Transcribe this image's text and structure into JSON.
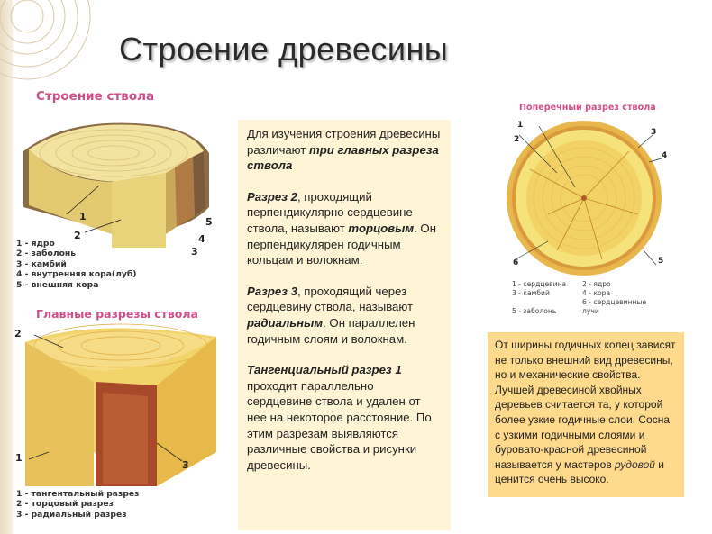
{
  "title": "Строение древесины",
  "panel1": {
    "title": "Строение ствола",
    "labels": [
      "1",
      "2",
      "3",
      "4",
      "5"
    ],
    "legend": [
      "1 - ядро",
      "2 - заболонь",
      "3 - камбий",
      "4 - внутренняя кора(луб)",
      "5 - внешняя кора"
    ]
  },
  "panel2": {
    "title": "Главные разрезы ствола",
    "labels": [
      "2",
      "1",
      "3"
    ],
    "legend": [
      "1 - тангентальный разрез",
      "2 - торцовый разрез",
      "3 - радиальный разрез"
    ]
  },
  "panel3": {
    "title": "Поперечный разрез ствола",
    "labels": [
      "1",
      "2",
      "3",
      "4",
      "5",
      "6"
    ],
    "legend": [
      "1 - сердцевина",
      "2 - ядро",
      "3 - камбий",
      "4 - кора",
      "5 - заболонь",
      "6 - сердцевинные лучи"
    ]
  },
  "text": {
    "p1_a": "Для изучения строения древесины различают ",
    "p1_b": "три главных разреза ствола",
    "p2_a": "Разрез 2",
    "p2_b": ", проходящий перпендикулярно сердцевине ствола, называют ",
    "p2_c": "торцовым",
    "p2_d": ". Он перпендикулярен годичным кольцам и волокнам.",
    "p3_a": "Разрез 3",
    "p3_b": ", проходящий через сердцевину ствола, называют ",
    "p3_c": "радиальным",
    "p3_d": ". Он параллелен годичным слоям и волокнам.",
    "p4_a": "Тангенциальный разрез 1",
    "p4_b": " проходит параллельно сердцевине ствола и удален от нее на некоторое расстояние. По этим разрезам выявляются различные свойства и рисунки древесины."
  },
  "side": {
    "a": "От ширины годичных колец зависят не только внешний вид древесины, но и механические свойства. Лучшей древесиной хвойных деревьев считается та, у которой более узкие годичные слои. Сосна с узкими годичными слоями и буровато-красной древесиной называется у мастеров ",
    "b": "рудовой",
    "c": " и ценится очень высоко."
  }
}
